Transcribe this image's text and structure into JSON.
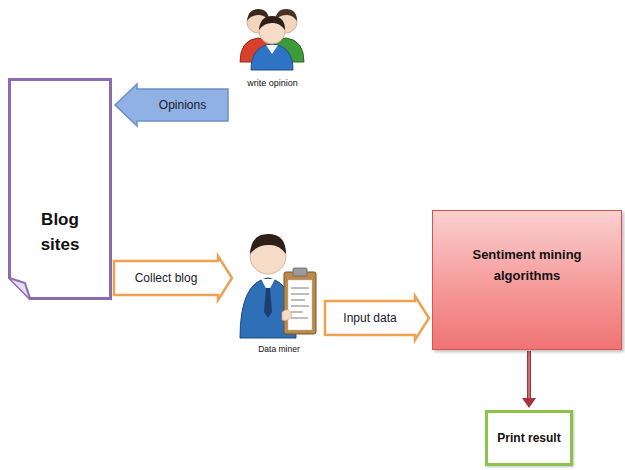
{
  "diagram": {
    "nodes": [
      {
        "text": [
          "write opinion"
        ]
      },
      {
        "text": [
          "Blog sites"
        ]
      },
      {
        "text": [
          "Data miner"
        ]
      },
      {
        "text": [
          "Sentiment mining algorithms"
        ]
      },
      {
        "text": [
          "Print result"
        ]
      }
    ],
    "edges": [
      {
        "from": 0,
        "to": 1,
        "label": "Opinions",
        "arrow": "to"
      },
      {
        "from": 1,
        "to": 2,
        "label": "Collect blog",
        "arrow": "to"
      },
      {
        "from": 2,
        "to": 3,
        "label": "Input data",
        "arrow": "to"
      },
      {
        "from": 3,
        "to": 4,
        "arrow": "to"
      }
    ]
  }
}
